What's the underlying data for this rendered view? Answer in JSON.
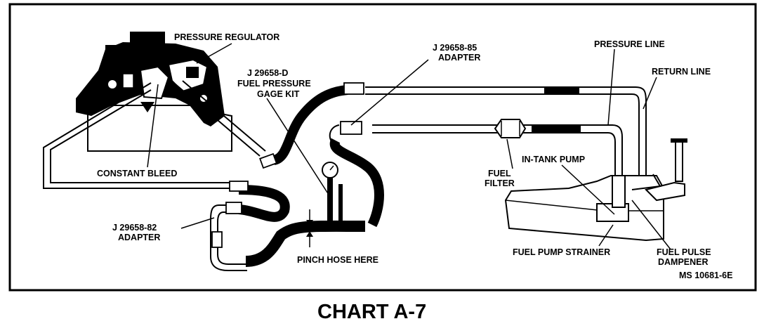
{
  "labels": {
    "pressure_regulator": "PRESSURE REGULATOR",
    "gage_kit_line1": "J 29658-D",
    "gage_kit_line2": "FUEL PRESSURE",
    "gage_kit_line3": "GAGE KIT",
    "adapter85_line1": "J 29658-85",
    "adapter85_line2": "ADAPTER",
    "pressure_line": "PRESSURE LINE",
    "return_line": "RETURN LINE",
    "constant_bleed": "CONSTANT BLEED",
    "in_tank_pump": "IN-TANK PUMP",
    "fuel_filter_line1": "FUEL",
    "fuel_filter_line2": "FILTER",
    "adapter82_line1": "J 29658-82",
    "adapter82_line2": "ADAPTER",
    "pinch_hose": "PINCH HOSE HERE",
    "fuel_pump_strainer": "FUEL PUMP STRAINER",
    "fuel_pulse_line1": "FUEL PULSE",
    "fuel_pulse_line2": "DAMPENER",
    "figure_code": "MS 10681-6E"
  },
  "title": "CHART A-7"
}
